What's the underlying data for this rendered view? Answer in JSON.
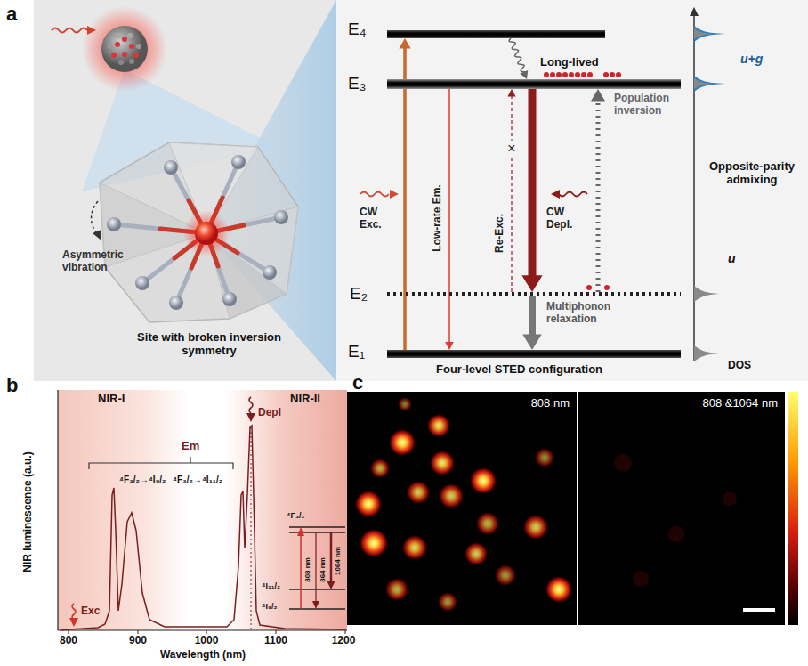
{
  "diagram": {
    "nodes": [
      {
        "text": [
          "E₄"
        ]
      },
      {
        "text": [
          "E₃",
          "Long-lived"
        ]
      },
      {
        "text": [
          "E₂"
        ]
      },
      {
        "text": [
          "E₁"
        ]
      },
      {
        "text": [
          "808 nm"
        ]
      },
      {
        "text": [
          "808 &1064 nm"
        ]
      }
    ],
    "edges": [
      {
        "from": 3,
        "to": 0,
        "arrow": "to",
        "label": "CW Exc."
      },
      {
        "from": 0,
        "to": 1,
        "arrow": "to"
      },
      {
        "from": 1,
        "to": 3,
        "arrow": "to",
        "label": "Low-rate Em."
      },
      {
        "from": 2,
        "to": 1,
        "arrow": "to",
        "label": "Re-Exc."
      },
      {
        "from": 1,
        "to": 2,
        "arrow": "to",
        "label": "CW Depl."
      },
      {
        "from": 2,
        "to": 3,
        "arrow": "to",
        "label": "Multiphonon relaxation"
      },
      {
        "from": 2,
        "to": 1,
        "arrow": "to",
        "label": "Population inversion"
      }
    ],
    "labels": [
      "a",
      "Asymmetric vibration",
      "Site with broken inversion symmetry",
      "Four-level STED configuration",
      "×",
      "Opposite-parity admixing",
      "u+g",
      "u",
      "DOS",
      "b",
      "NIR luminescence (a.u.)",
      "NIR-I",
      "NIR-II",
      "Depl",
      "Em",
      "Exc",
      "⁴F₃/₂→⁴I₉/₂",
      "⁴F₃/₂→⁴I₁₁/₂",
      "⁴F₃/₂",
      "808 nm",
      "864 nm",
      "1064 nm",
      "⁴I₁₁/₂",
      "⁴I₉/₂",
      "800",
      "900",
      "1000",
      "1100",
      "1200",
      "Wavelength (nm)",
      "c"
    ]
  }
}
